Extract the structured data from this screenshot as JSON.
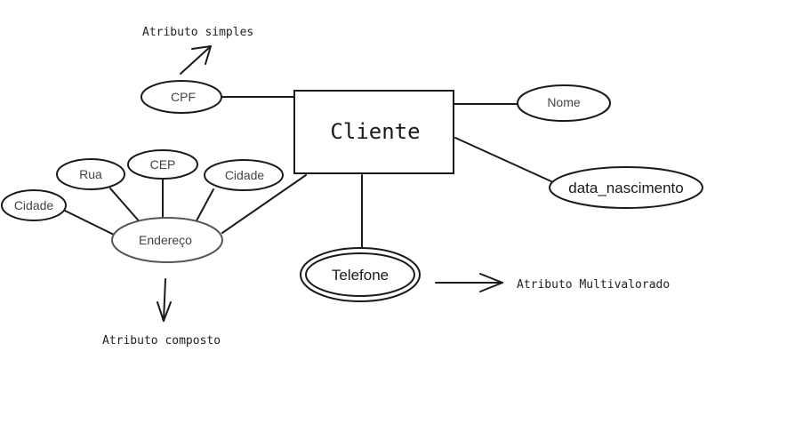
{
  "entity": {
    "name": "Cliente"
  },
  "attributes": {
    "cpf": "CPF",
    "nome": "Nome",
    "data_nascimento": "data_nascimento",
    "telefone": "Telefone",
    "endereco": "Endereço",
    "rua": "Rua",
    "cep": "CEP",
    "cidade_left": "Cidade",
    "cidade_right": "Cidade"
  },
  "notes": {
    "simples": "Atributo simples",
    "composto": "Atributo composto",
    "multivalorado": "Atributo Multivalorado"
  }
}
